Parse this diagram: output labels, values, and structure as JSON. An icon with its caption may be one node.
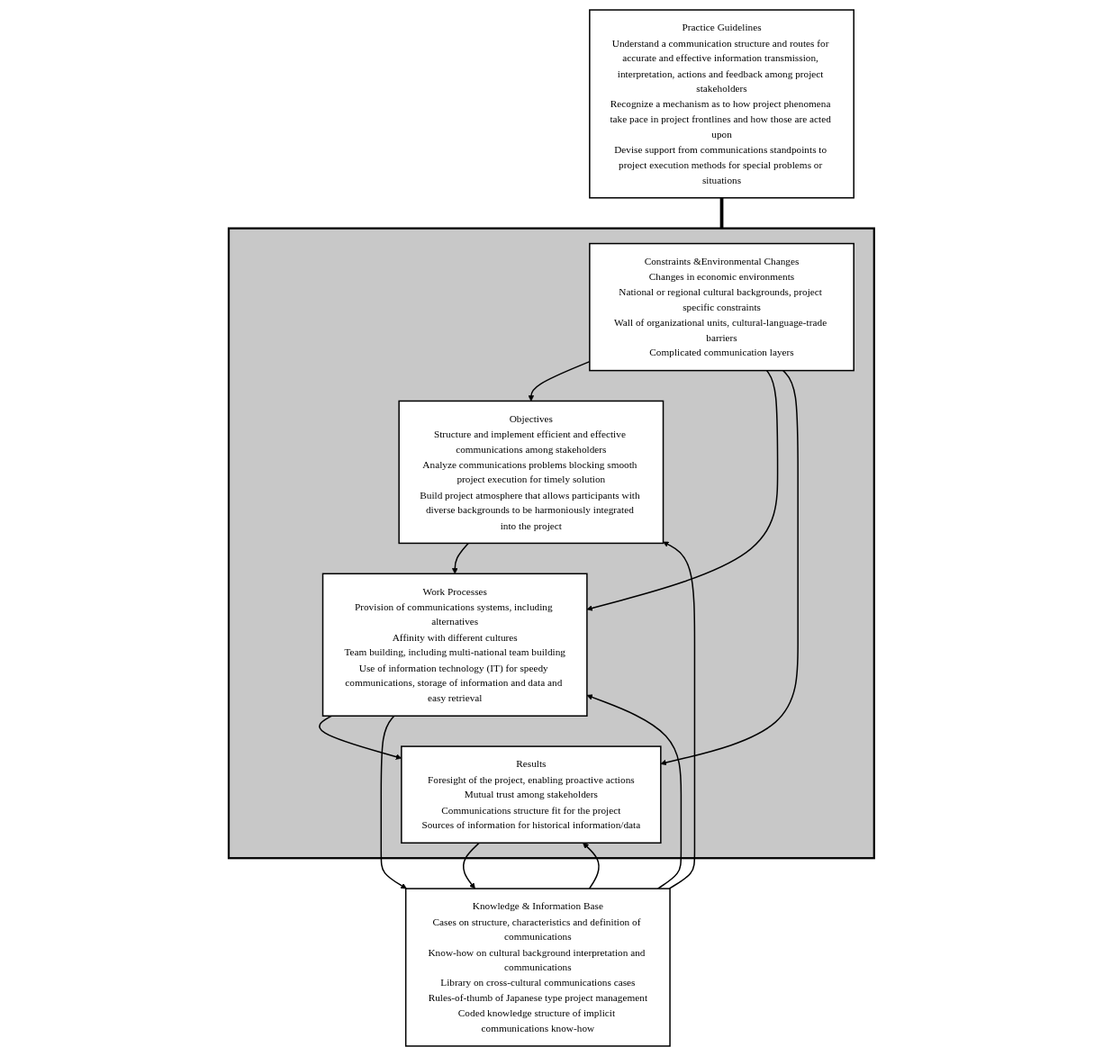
{
  "diagram": {
    "nodes": [
      {
        "text": [
          "Practice Guidelines",
          "Understand a communication structure and routes for accurate and effective information transmission, interpretation, actions and feedback among project stakeholders",
          "Recognize a mechanism as to how project phenomena take pace in project frontlines and how those are acted upon",
          "Devise support from communications standpoints to project execution methods for special problems or situations"
        ]
      },
      {
        "text": [],
        "shape": "box"
      },
      {
        "text": [
          "Constraints &Environmental Changes",
          "Changes in economic environments",
          "National or regional cultural backgrounds, project specific constraints",
          "Wall of organizational units, cultural-language-trade barriers",
          "Complicated communication layers"
        ],
        "in": 1
      },
      {
        "text": [
          "Objectives",
          "Structure and implement efficient and effective communications among stakeholders",
          "Analyze communications problems blocking smooth project execution for timely solution",
          "Build project atmosphere that allows participants with diverse backgrounds to be harmoniously integrated into the project"
        ],
        "in": 1
      },
      {
        "text": [
          "Work Processes",
          "Provision of communications systems, including alternatives",
          "Affinity with different cultures",
          "Team building, including multi-national team building",
          "Use of information technology (IT) for speedy communications, storage of information and data and easy retrieval"
        ],
        "in": 1
      },
      {
        "text": [
          "Results",
          "Foresight of the project, enabling proactive actions",
          "Mutual trust among stakeholders",
          "Communications structure fit for the project",
          "Sources of information for historical information/data"
        ],
        "in": 1
      },
      {
        "text": [
          "Knowledge & Information Base",
          "Cases on structure, characteristics and definition of communications",
          "Know-how on cultural background interpretation and communications",
          "Library on cross-cultural communications cases",
          "Rules-of-thumb of Japanese type project management",
          "Coded knowledge structure of implicit communications know-how"
        ]
      }
    ],
    "edges": [
      {
        "from": 0,
        "to": 1,
        "arrow": "none",
        "style": "thick"
      },
      {
        "from": 2,
        "to": 3,
        "arrow": "to"
      },
      {
        "from": 2,
        "to": 4,
        "arrow": "to"
      },
      {
        "from": 2,
        "to": 5,
        "arrow": "to"
      },
      {
        "from": 3,
        "to": 4,
        "arrow": "to"
      },
      {
        "from": 4,
        "to": 5,
        "arrow": "to"
      },
      {
        "from": 6,
        "to": 3,
        "arrow": "to"
      },
      {
        "from": 6,
        "to": 4,
        "arrow": "to"
      },
      {
        "from": 4,
        "to": 6,
        "arrow": "to"
      },
      {
        "from": 6,
        "to": 5,
        "arrow": "to"
      },
      {
        "from": 5,
        "to": 6,
        "arrow": "to"
      }
    ]
  }
}
